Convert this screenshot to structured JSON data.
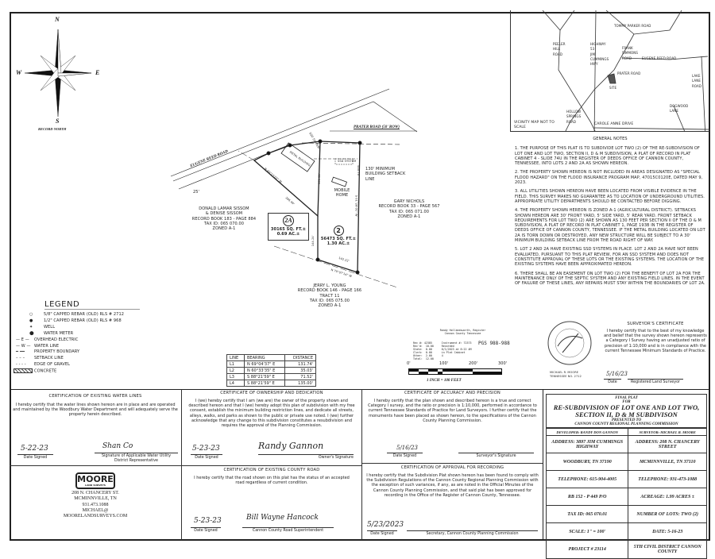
{
  "compass": {
    "n": "N",
    "s": "S",
    "e": "E",
    "w": "W",
    "caption": "RECORD NORTH"
  },
  "vicinity": {
    "roads": [
      "PEELER HILL ROAD",
      "HIGHWAY 53 JIM CUMMINGS HWY",
      "TOMMY PARKER ROAD",
      "FRANK SIMMONS ROAD",
      "EUGENE REED ROAD",
      "PRATER ROAD",
      "SITE",
      "LAKE LANE ROAD",
      "HOLLOW SPRINGS ROAD",
      "DOGWOOD LANE",
      "CAROLE ANNE DRIVE"
    ],
    "caption": "VICINITY MAP NOT TO SCALE"
  },
  "general_notes": {
    "title": "GENERAL NOTES",
    "items": [
      "1. THE PURPOSE OF THIS PLAT IS TO SUBDIVIDE LOT TWO (2) OF THE RE-SUBDIVISION OF LOT ONE AND LOT TWO, SECTION II, D & M SUBDIVISION, A PLAT OF RECORD IN PLAT CABINET 4 - SLIDE 74U IN THE REGISTER OF DEEDS OFFICE OF CANNON COUNTY, TENNESSEE, INTO LOTS 2 AND 2A AS SHOWN HEREON.",
      "2. THE PROPERTY SHOWN HEREON IS NOT INCLUDED IN AREAS DESIGNATED AS \"SPECIAL FLOOD HAZARD\" ON THE FLOOD INSURANCE PROGRAM MAP, 47015C0120E, DATED MAY 9, 2023.",
      "3. ALL UTILITIES SHOWN HEREON HAVE BEEN LOCATED FROM VISIBLE EVIDENCE IN THE FIELD. THIS SURVEY MAKES NO GUARANTEE AS TO LOCATION OF UNDERGROUND UTILITIES. APPROPRIATE UTILITY DEPARTMENTS SHOULD BE CONTACTED BEFORE DIGGING.",
      "4. THE PROPERTY SHOWN HEREON IS ZONED A-1 (AGRICULTURAL DISTRICT). SETBACKS SHOWN HEREON ARE 30' FRONT YARD, 5' SIDE YARD, 5' REAR YARD. FRONT SETBACK REQUIREMENTS FOR LOT TWO (2) ARE SHOWN AS 130 FEET PER SECTION II OF THE D & M SUBDIVISION, A PLAT OF RECORD IN PLAT CABINET 1, PAGE 193B IN THE REGISTER OF DEEDS OFFICE OF CANNON COUNTY, TENNESSEE. IF THE METAL BUILDING LOCATED ON LOT 2A IS TORN DOWN OR DESTROYED, ANY NEW STRUCTURE WILL BE SUBJECT TO A 30' MINIMUM BUILDING SETBACK LINE FROM THE ROAD RIGHT OF WAY.",
      "5. LOT 2 AND 2A HAVE EXISTING SSD SYSTEMS IN PLACE. LOT 2 AND 2A HAVE NOT BEEN EVALUATED, PURSUANT TO THIS PLAT REVIEW, FOR AN SSD SYSTEM AND DOES NOT CONSTITUTE APPROVAL OF THESE LOTS OR THE EXISTING SYSTEMS. THE LOCATION OF THE EXISTING SYSTEMS HAVE BEEN APPROXIMATED HEREON.",
      "6. THERE SHALL BE AN EASEMENT ON LOT TWO (2) FOR THE BENEFIT OF LOT 2A FOR THE MAINTENANCE ONLY OF THE SEPTIC SYSTEM AND ANY EXISTING FIELD LINES. IN THE EVENT OF FAILURE OF THESE LINES, ANY REPAIRS MUST STAY WITHIN THE BOUNDARIES OF LOT 2A."
    ]
  },
  "plat": {
    "eugene_reed_road": "EUGENE REED ROAD",
    "prater_road": "PRATER ROAD (50' ROW)",
    "setback": "130' MINIMUM BUILDING SETBACK LINE",
    "mobile_home": "MOBILE HOME",
    "metal_building": "METAL BUILDING",
    "ssd1": "SSD SYSTEM",
    "ssd2": "SSD SYSTEM",
    "dim_25": "25'",
    "lot2a": {
      "id": "2A",
      "sqft": "30165 SQ. FT.±",
      "ac": "0.69 AC.±"
    },
    "lot2": {
      "id": "2",
      "sqft": "56473 SQ. FT.±",
      "ac": "1.30 AC.±"
    },
    "bearings": [
      "N 49°13'02\" W",
      "286.46'",
      "S 01°28'01\" W",
      "440.70'",
      "142.22'",
      "N 70°07'14\" W",
      "144.24'",
      "301.39'"
    ],
    "sissom": [
      "DONALD LAMAR SISSOM",
      "& DENISE SISSOM",
      "RECORD BOOK 183 - PAGE 884",
      "TAX ID: 065 070.00",
      "ZONED A-1"
    ],
    "nichols": [
      "GARY NICHOLS",
      "RECORD BOOK 33 - PAGE 567",
      "TAX ID: 065 071.00",
      "ZONED A-1"
    ],
    "young": [
      "JERRY L. YOUNG",
      "RECORD BOOK 146 - PAGE 166",
      "TRACT 11",
      "TAX ID: 065 075.00",
      "ZONED A-1"
    ]
  },
  "legend": {
    "title": "LEGEND",
    "items": [
      "5/8\" CAPPED REBAR (OLD) RLS # 2712",
      "1/2\" CAPPED REBAR (OLD) RLS # 968",
      "WELL",
      "WATER METER",
      "OVERHEAD ELECTRIC",
      "WATER LINE",
      "PROPERTY BOUNDARY",
      "SETBACK LINE",
      "EDGE OF GRAVEL",
      "CONCRETE"
    ],
    "marks": [
      "— E —",
      "— W —"
    ]
  },
  "line_table": {
    "headers": [
      "LINE",
      "BEARING",
      "DISTANCE"
    ],
    "rows": [
      [
        "L1",
        "N 69°04'37\" E",
        "131.74'"
      ],
      [
        "L2",
        "N 60°33'35\" E",
        "35.03'"
      ],
      [
        "L3",
        "S 88°21'59\" E",
        "71.52'"
      ],
      [
        "L4",
        "S 88°21'59\" E",
        "135.00'"
      ]
    ]
  },
  "recording": {
    "lines": [
      "Randy Hollandsworth, Register",
      "Cannon County Tennessee",
      "Rec #: 42385      Instrument #: 72373",
      "Rec'd:  10.00     Recorded",
      "State:  0.00      6/1/2023 at 8:22 AM",
      "Clerk:  0.00      in Plat Cabinet",
      "Other:  2.00      4",
      "Total:  12.00"
    ],
    "pgs": "PGS 988-988"
  },
  "scale_bar": {
    "ticks": [
      "0'",
      "100'",
      "200'",
      "300'"
    ],
    "caption": "1 INCH = 100 FEET"
  },
  "surveyor_cert": {
    "title": "SURVEYOR'S CERTIFICATE",
    "body": "I hereby certify that to the best of my knowledge and belief that the survey shown hereon represents a Category I Survey having an unadjusted ratio of precision of 1:10,000 and is in compliance with the current Tennessee Minimum Standards of Practice.",
    "date": "5/16/23",
    "date_label": "Date",
    "sig_label": "Registered Land Surveyor",
    "seal": "MICHAEL R. MOORE TENNESSEE NO. 2712"
  },
  "cert_water": {
    "title": "CERTIFICATION OF EXISTING WATER LINES",
    "body": "I hereby certify that the water lines shown hereon are in place and are operated and maintained by the Woodbury Water Department and will adequately serve the property herein described.",
    "date": "5-22-23",
    "date_label": "Date Signed",
    "sig": "Shan Co",
    "sig_label": "Signature of Applicable Water Utility District Representative"
  },
  "cert_owner": {
    "title": "CERTIFICATE OF OWNERSHIP AND DEDICATION",
    "body": "I (we) hereby certify that I am (we are) the owner of the property shown and described hereon and that I (we) hereby adopt this plan of subdivision with my free consent, establish the minimum building restriction lines, and dedicate all streets, alleys, walks, and parks as shown to the public or private use noted. I (we) further acknowledge that any change to this subdivision constitutes a resubdivision and requires the approval of the Planning Commission.",
    "date": "5-23-23",
    "date_label": "Date Signed",
    "sig": "Randy Gannon",
    "sig_label": "Owner's Signature"
  },
  "cert_accuracy": {
    "title": "CERTIFICATE OF ACCURACY AND PRECISION",
    "body": "I hereby certify that the plan shown and described hereon is a true and correct Category I survey, and the ratio or precision is 1:10,000, performed in accordance to current Tennessee Standards of Practice for Land Surveyors. I further certify that the monuments have been placed as shown hereon, to the specifications of the Cannon County Planning Commission.",
    "date": "5/16/23",
    "date_label": "Date Signed",
    "sig_label": "Surveyor's Signature"
  },
  "cert_road": {
    "title": "CERTIFICATION OF EXISTING COUNTY ROAD",
    "body": "I hereby certify that the road shown on this plat has the status of an accepted road regardless of current condition.",
    "date": "5-23-23",
    "date_label": "Date Signed",
    "sig": "Bill Wayne Hancock",
    "sig_label": "Cannon County Road Superintendent"
  },
  "cert_approval": {
    "title": "CERTIFICATION OF APPROVAL FOR RECORDING",
    "body": "I hereby certify that the Subdivision Plat shown hereon has been found to comply with the Subdivision Regulations of the Cannon County Regional Planning Commission with the exception of such variances, if any, as are noted in the Official Minutes of the Cannon County Planning Commission, and that said plat has been approved for recording in the Office of the Register of Cannon County, Tennessee.",
    "date": "5/23/2023",
    "date_label": "Date Signed",
    "sig_label": "Secretary, Cannon County Planning Commission"
  },
  "company": {
    "logo": "MOORE",
    "logo_sub": "LAND SURVEYS",
    "lines": [
      "208 N. CHANCERY ST.",
      "MCMINNVILLE, TN",
      "931.473.1088",
      "MICHAEL@",
      "MOORELANDSURVEYS.COM"
    ]
  },
  "title_block": {
    "l1": "FINAL PLAT",
    "l2": "FOR",
    "l3": "RE-SUBDIVISION OF LOT ONE AND LOT TWO, SECTION II, D & M SUBDIVISON",
    "l4": "PRESENTED TO",
    "l5": "CANNON COUNTY REGIONAL PLANNING COMMISSION",
    "rows": [
      [
        "DEVELOPER:  RANDY DON GANNON",
        "SURVEYOR:  MICHAEL R. MOORE"
      ],
      [
        "ADDRESS: 3897 JIM CUMMINGS HIGHWAY",
        "ADDRESS: 208 N. CHANCERY STREET"
      ],
      [
        "WOODBURY, TN 37190",
        "MCMINNVILLE, TN 37110"
      ],
      [
        "TELEPHONE: 615-904-4005",
        "TELEPHONE: 931-473-1088"
      ],
      [
        "RB 152 - P 449 P/O",
        "ACREAGE: 1.99 ACRES ±"
      ],
      [
        "TAX ID: 065 070.01",
        "NUMBER OF LOTS: TWO (2)"
      ],
      [
        "SCALE: 1\" = 100'",
        "DATE: 5-16-23"
      ],
      [
        "PROJECT # 23114",
        "5TH CIVIL DISTRICT CANNON COUNTY"
      ]
    ]
  }
}
